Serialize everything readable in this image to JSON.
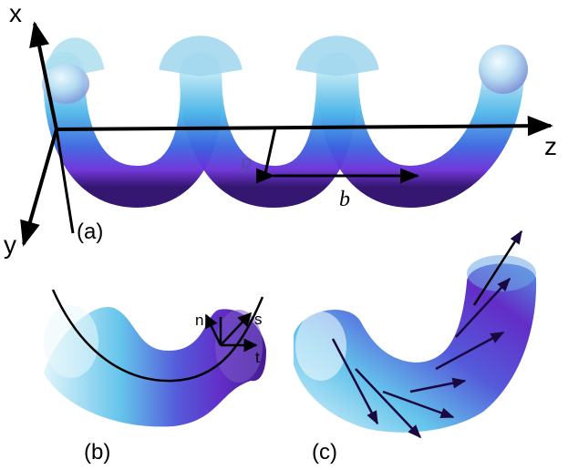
{
  "axes": {
    "x": "x",
    "y": "y",
    "z": "z"
  },
  "panels": {
    "a": "(a)",
    "b": "(b)",
    "c": "(c)"
  },
  "symbols": {
    "radius": "R",
    "pitch": "b"
  },
  "frame_vectors": {
    "n": "n",
    "s": "s",
    "t": "t"
  },
  "colors": {
    "tube_light": "#bfe9f5",
    "tube_mid": "#4fb6e8",
    "tube_blue": "#3a64e0",
    "tube_violet": "#6a2ed8",
    "tube_dark": "#2a0b6a",
    "axis": "#000000"
  }
}
